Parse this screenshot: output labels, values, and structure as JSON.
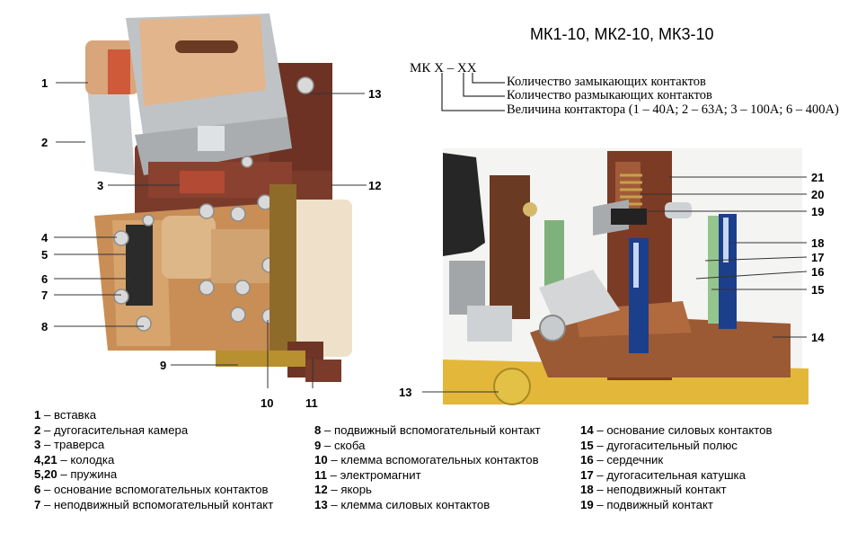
{
  "title": "МК1-10, МК2-10, МК3-10",
  "code": {
    "pattern": "МК Х – ХХ",
    "lines": [
      "Количество замыкающих контактов",
      "Количество размыкающих контактов",
      "Величина контактора (1 – 40А; 2 – 63А; 3 – 100А; 6 – 400А)"
    ]
  },
  "callouts_left": [
    "1",
    "2",
    "3",
    "4",
    "5",
    "6",
    "7",
    "8",
    "9",
    "10",
    "11",
    "12",
    "13"
  ],
  "callouts_right": [
    "21",
    "20",
    "19",
    "18",
    "17",
    "16",
    "15",
    "14",
    "13"
  ],
  "legend": {
    "col1": [
      {
        "num": "1",
        "text": " – вставка"
      },
      {
        "num": "2",
        "text": " – дугогасительная камера"
      },
      {
        "num": "3",
        "text": " – траверса"
      },
      {
        "num": "4,21",
        "text": " – колодка"
      },
      {
        "num": "5,20",
        "text": " – пружина"
      },
      {
        "num": "6",
        "text": " – основание вспомогательных контактов"
      },
      {
        "num": "7",
        "text": " – неподвижный вспомогательный контакт"
      }
    ],
    "col2": [
      {
        "num": "8",
        "text": " – подвижный вспомогательный контакт"
      },
      {
        "num": "9",
        "text": " – скоба"
      },
      {
        "num": "10",
        "text": " – клемма вспомогательных контактов"
      },
      {
        "num": "11",
        "text": " – электромагнит"
      },
      {
        "num": "12",
        "text": " – якорь"
      },
      {
        "num": "13",
        "text": " – клемма силовых контактов"
      }
    ],
    "col3": [
      {
        "num": "14",
        "text": " – основание силовых контактов"
      },
      {
        "num": "15",
        "text": " – дугогасительный полюс"
      },
      {
        "num": "16",
        "text": " – сердечник"
      },
      {
        "num": "17",
        "text": " – дугогасительная катушка"
      },
      {
        "num": "18",
        "text": " – неподвижный контакт"
      },
      {
        "num": "19",
        "text": " – подвижный контакт"
      }
    ]
  }
}
